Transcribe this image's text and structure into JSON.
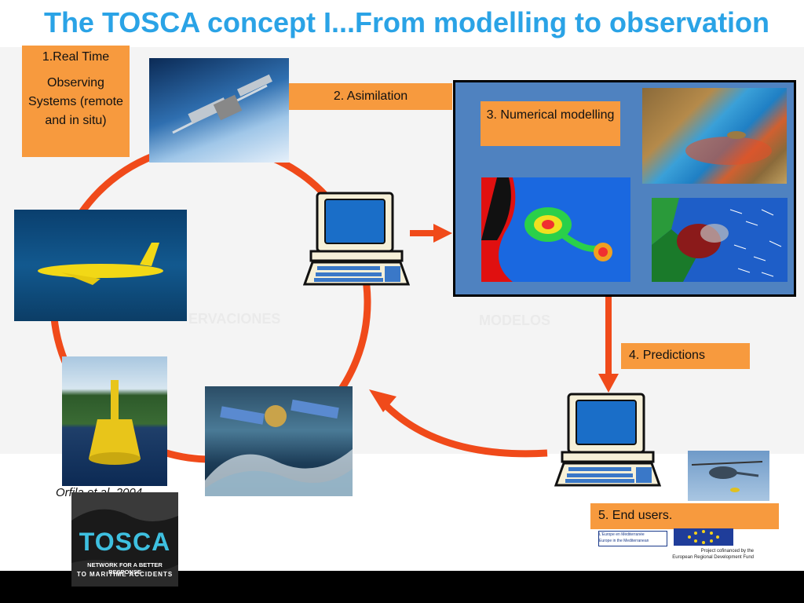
{
  "title": "The TOSCA concept I...From modelling to observation",
  "steps": {
    "step1_title": "1.Real Time",
    "step1_body": "Observing Systems (remote and in situ)",
    "step2": "2. Asimilation",
    "step3": "3. Numerical modelling",
    "step4": "4. Predictions",
    "step5": "5. End users."
  },
  "ghost_labels": {
    "observations": "ERVACIONES",
    "models": "MODELOS"
  },
  "citation": "Orfila et al, 2004",
  "logo": {
    "line1": "TOSCA",
    "line2": "NETWORK FOR A BETTER RESPONSE",
    "line3": "TO MARITIME ACCIDENTS"
  },
  "eu": {
    "text1": "L'Europe en Méditerranée",
    "text2": "Europe in the Mediterranean",
    "caption1": "Project cofinanced by the",
    "caption2": "European Regional Development Fund"
  },
  "colors": {
    "title": "#2aa3e6",
    "box": "#f79a3e",
    "arrow": "#f04a1a",
    "model_panel": "#4f82c0"
  }
}
